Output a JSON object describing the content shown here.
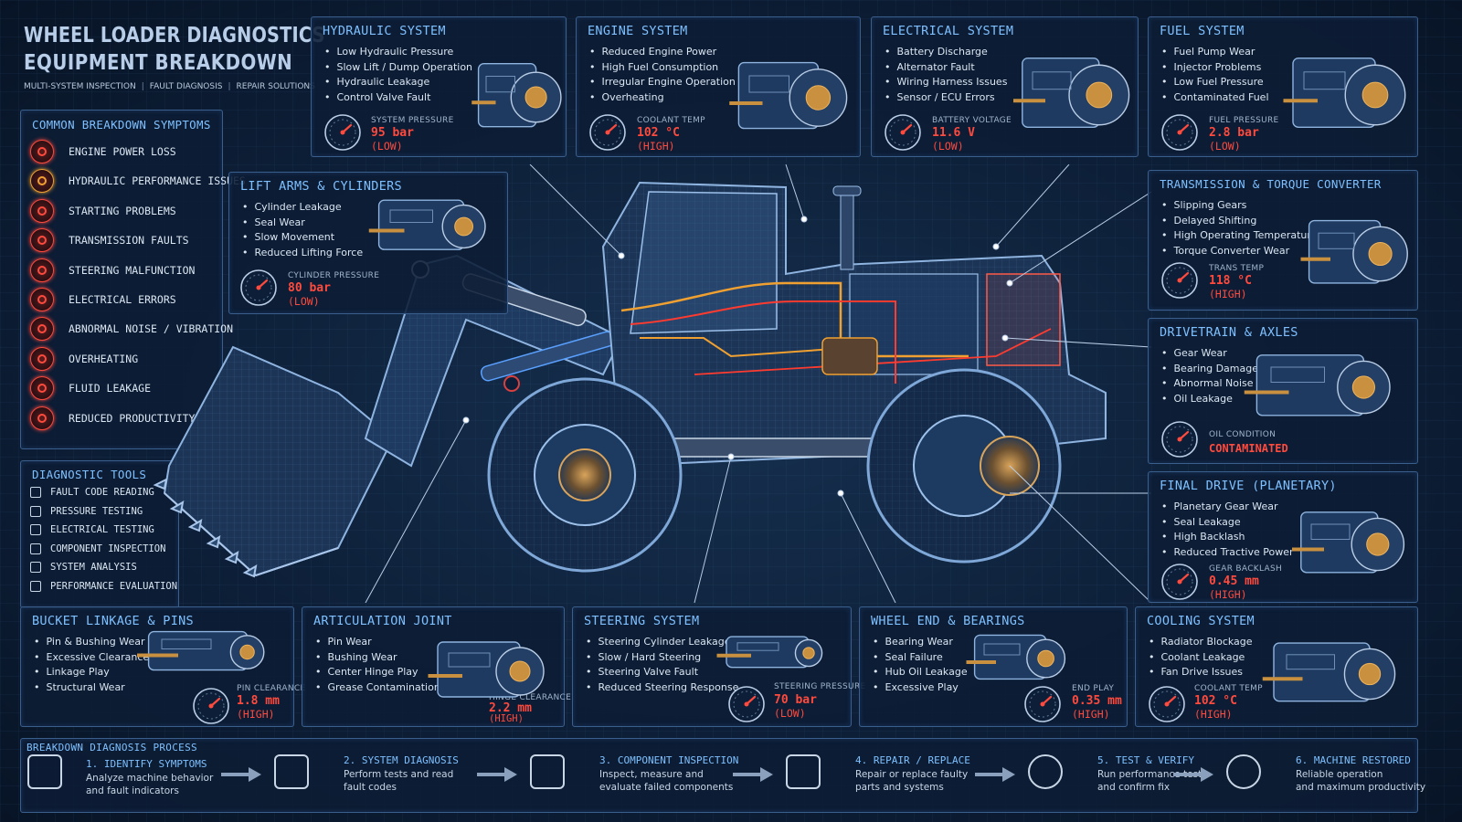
{
  "header": {
    "title_line1": "WHEEL LOADER DIAGNOSTICS",
    "title_line2": "EQUIPMENT BREAKDOWN",
    "tags": [
      "MULTI-SYSTEM INSPECTION",
      "FAULT DIAGNOSIS",
      "REPAIR SOLUTIONS"
    ]
  },
  "symptoms": {
    "title": "COMMON BREAKDOWN SYMPTOMS",
    "items": [
      {
        "label": "ENGINE POWER LOSS",
        "icon": "engine-gear-icon"
      },
      {
        "label": "HYDRAULIC PERFORMANCE ISSUES",
        "icon": "hydraulic-icon"
      },
      {
        "label": "STARTING PROBLEMS",
        "icon": "starter-icon"
      },
      {
        "label": "TRANSMISSION FAULTS",
        "icon": "transmission-gear-icon"
      },
      {
        "label": "STEERING MALFUNCTION",
        "icon": "steering-wheel-icon"
      },
      {
        "label": "ELECTRICAL ERRORS",
        "icon": "electrical-warning-icon"
      },
      {
        "label": "ABNORMAL NOISE / VIBRATION",
        "icon": "vibration-icon"
      },
      {
        "label": "OVERHEATING",
        "icon": "thermometer-icon"
      },
      {
        "label": "FLUID LEAKAGE",
        "icon": "drop-icon"
      },
      {
        "label": "REDUCED PRODUCTIVITY",
        "icon": "warning-triangle-icon"
      }
    ]
  },
  "tools": {
    "title": "DIAGNOSTIC TOOLS",
    "items": [
      {
        "label": "FAULT CODE READING",
        "icon": "code-reader-icon"
      },
      {
        "label": "PRESSURE TESTING",
        "icon": "pressure-gauge-icon"
      },
      {
        "label": "ELECTRICAL TESTING",
        "icon": "multimeter-icon"
      },
      {
        "label": "COMPONENT INSPECTION",
        "icon": "inspection-icon"
      },
      {
        "label": "SYSTEM ANALYSIS",
        "icon": "analysis-icon"
      },
      {
        "label": "PERFORMANCE EVALUATION",
        "icon": "evaluation-icon"
      }
    ]
  },
  "systems": {
    "hydraulic": {
      "title": "HYDRAULIC SYSTEM",
      "items": [
        "Low Hydraulic Pressure",
        "Slow Lift / Dump Operation",
        "Hydraulic Leakage",
        "Control Valve Fault"
      ],
      "gauge_label": "SYSTEM PRESSURE",
      "value": "95 bar",
      "status": "(LOW)"
    },
    "engine": {
      "title": "ENGINE SYSTEM",
      "items": [
        "Reduced Engine Power",
        "High Fuel Consumption",
        "Irregular Engine Operation",
        "Overheating"
      ],
      "gauge_label": "COOLANT TEMP",
      "value": "102 °C",
      "status": "(HIGH)"
    },
    "electrical": {
      "title": "ELECTRICAL SYSTEM",
      "items": [
        "Battery Discharge",
        "Alternator Fault",
        "Wiring Harness Issues",
        "Sensor / ECU Errors"
      ],
      "gauge_label": "BATTERY VOLTAGE",
      "value": "11.6 V",
      "status": "(LOW)"
    },
    "fuel": {
      "title": "FUEL SYSTEM",
      "items": [
        "Fuel Pump Wear",
        "Injector Problems",
        "Low Fuel Pressure",
        "Contaminated Fuel"
      ],
      "gauge_label": "FUEL PRESSURE",
      "value": "2.8 bar",
      "status": "(LOW)"
    },
    "lift_arms": {
      "title": "LIFT ARMS & CYLINDERS",
      "items": [
        "Cylinder Leakage",
        "Seal Wear",
        "Slow Movement",
        "Reduced Lifting Force"
      ],
      "gauge_label": "CYLINDER PRESSURE",
      "value": "80 bar",
      "status": "(LOW)"
    },
    "transmission": {
      "title": "TRANSMISSION & TORQUE CONVERTER",
      "items": [
        "Slipping Gears",
        "Delayed Shifting",
        "High Operating Temperature",
        "Torque Converter Wear"
      ],
      "gauge_label": "TRANS TEMP",
      "value": "118 °C",
      "status": "(HIGH)"
    },
    "drivetrain": {
      "title": "DRIVETRAIN & AXLES",
      "items": [
        "Gear Wear",
        "Bearing Damage",
        "Abnormal Noise",
        "Oil Leakage"
      ],
      "gauge_label": "OIL CONDITION",
      "value": "CONTAMINATED",
      "status": ""
    },
    "final_drive": {
      "title": "FINAL DRIVE (PLANETARY)",
      "items": [
        "Planetary Gear Wear",
        "Seal Leakage",
        "High Backlash",
        "Reduced Tractive Power"
      ],
      "gauge_label": "GEAR BACKLASH",
      "value": "0.45 mm",
      "status": "(HIGH)"
    },
    "bucket": {
      "title": "BUCKET LINKAGE & PINS",
      "items": [
        "Pin & Bushing Wear",
        "Excessive Clearance",
        "Linkage Play",
        "Structural Wear"
      ],
      "gauge_label": "PIN CLEARANCE",
      "value": "1.8 mm",
      "status": "(HIGH)"
    },
    "articulation": {
      "title": "ARTICULATION JOINT",
      "items": [
        "Pin Wear",
        "Bushing Wear",
        "Center Hinge Play",
        "Grease Contamination"
      ],
      "gauge_label": "HINGE CLEARANCE",
      "value": "2.2 mm",
      "status": "(HIGH)"
    },
    "steering": {
      "title": "STEERING SYSTEM",
      "items": [
        "Steering Cylinder Leakage",
        "Slow / Hard Steering",
        "Steering Valve Fault",
        "Reduced Steering Response"
      ],
      "gauge_label": "STEERING PRESSURE",
      "value": "70 bar",
      "status": "(LOW)"
    },
    "wheel_end": {
      "title": "WHEEL END & BEARINGS",
      "items": [
        "Bearing Wear",
        "Seal Failure",
        "Hub Oil Leakage",
        "Excessive Play"
      ],
      "gauge_label": "END PLAY",
      "value": "0.35 mm",
      "status": "(HIGH)"
    },
    "cooling": {
      "title": "COOLING SYSTEM",
      "items": [
        "Radiator Blockage",
        "Coolant Leakage",
        "Fan Drive Issues"
      ],
      "gauge_label": "COOLANT TEMP",
      "value": "102 °C",
      "status": "(HIGH)"
    }
  },
  "process": {
    "title": "BREAKDOWN DIAGNOSIS PROCESS",
    "steps": [
      {
        "title": "1. IDENTIFY SYMPTOMS",
        "desc": "Analyze machine behavior\nand fault indicators",
        "icon": "lightbulb-icon"
      },
      {
        "title": "2. SYSTEM DIAGNOSIS",
        "desc": "Perform tests and read\nfault codes",
        "icon": "magnifier-icon"
      },
      {
        "title": "3. COMPONENT INSPECTION",
        "desc": "Inspect, measure and\nevaluate failed components",
        "icon": "clipboard-check-icon"
      },
      {
        "title": "4. REPAIR / REPLACE",
        "desc": "Repair or replace faulty\nparts and systems",
        "icon": "toolbox-icon"
      },
      {
        "title": "5. TEST & VERIFY",
        "desc": "Run performance test\nand confirm fix",
        "icon": "check-circle-icon"
      },
      {
        "title": "6. MACHINE RESTORED",
        "desc": "Reliable operation\nand maximum productivity",
        "icon": "check-badge-icon"
      }
    ]
  },
  "colors": {
    "accent": "#7ec0ff",
    "alert": "#ff4a3d",
    "panel_border": "#3b5f8c",
    "hydraulic_line": "#f0a030",
    "electric_line": "#ff3b30"
  }
}
